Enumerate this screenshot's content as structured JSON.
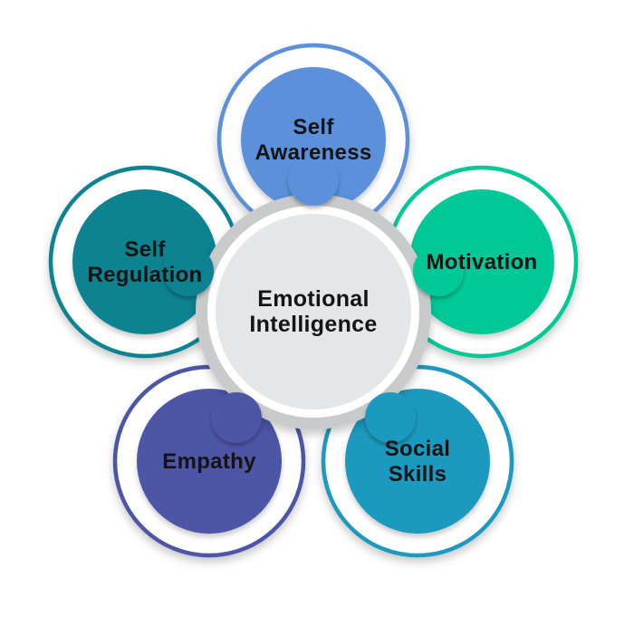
{
  "diagram": {
    "hub": {
      "label_line1": "Emotional",
      "label_line2": "Intelligence",
      "ring_color": "#C9CACC",
      "band_color": "#FFFFFF",
      "fill_color": "#E5E6E7",
      "text_color": "#141414"
    },
    "nodes": [
      {
        "id": "self-awareness",
        "label_line1": "Self",
        "label_line2": "Awareness",
        "color": "#5C90DA"
      },
      {
        "id": "motivation",
        "label": "Motivation",
        "color": "#05C897"
      },
      {
        "id": "social-skills",
        "label_line1": "Social",
        "label_line2": "Skills",
        "color": "#1F99BE"
      },
      {
        "id": "empathy",
        "label": "Empathy",
        "color": "#4E55A6"
      },
      {
        "id": "self-regulation",
        "label_line1": "Self",
        "label_line2": "Regulation",
        "color": "#0F8291"
      }
    ],
    "background": "#FFFFFF"
  }
}
